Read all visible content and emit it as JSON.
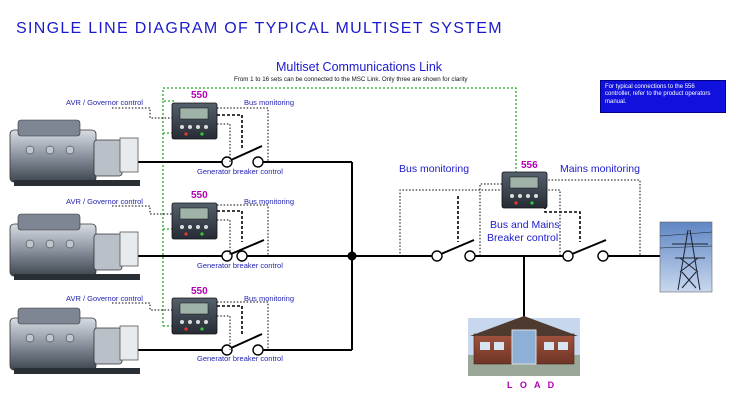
{
  "title": "SINGLE LINE DIAGRAM OF TYPICAL MULTISET SYSTEM",
  "msc_link": {
    "title": "Multiset Communications Link",
    "note": "From 1 to 16 sets can be connected to the MSC Link. Only three are shown for clarity"
  },
  "note_box": "For typical connections to the 556 controller, refer to the product operators manual.",
  "generator_sets": [
    {
      "controller": "550",
      "avr_label": "AVR / Governor control",
      "bus_monitoring": "Bus monitoring",
      "breaker_label": "Generator breaker control"
    },
    {
      "controller": "550",
      "avr_label": "AVR / Governor control",
      "bus_monitoring": "Bus monitoring",
      "breaker_label": "Generator breaker control"
    },
    {
      "controller": "550",
      "avr_label": "AVR / Governor control",
      "bus_monitoring": "Bus monitoring",
      "breaker_label": "Generator breaker control"
    }
  ],
  "mains_controller": {
    "id": "556",
    "bus_monitoring": "Bus monitoring",
    "mains_monitoring": "Mains monitoring",
    "breaker_control": [
      "Bus and Mains",
      "Breaker control"
    ]
  },
  "load_label": "L O A D",
  "colors": {
    "text_blue": "#1a1acc",
    "controller_id": "#b300b3",
    "msc_link_green": "#22aa22",
    "note_box_bg": "#1111dd"
  }
}
